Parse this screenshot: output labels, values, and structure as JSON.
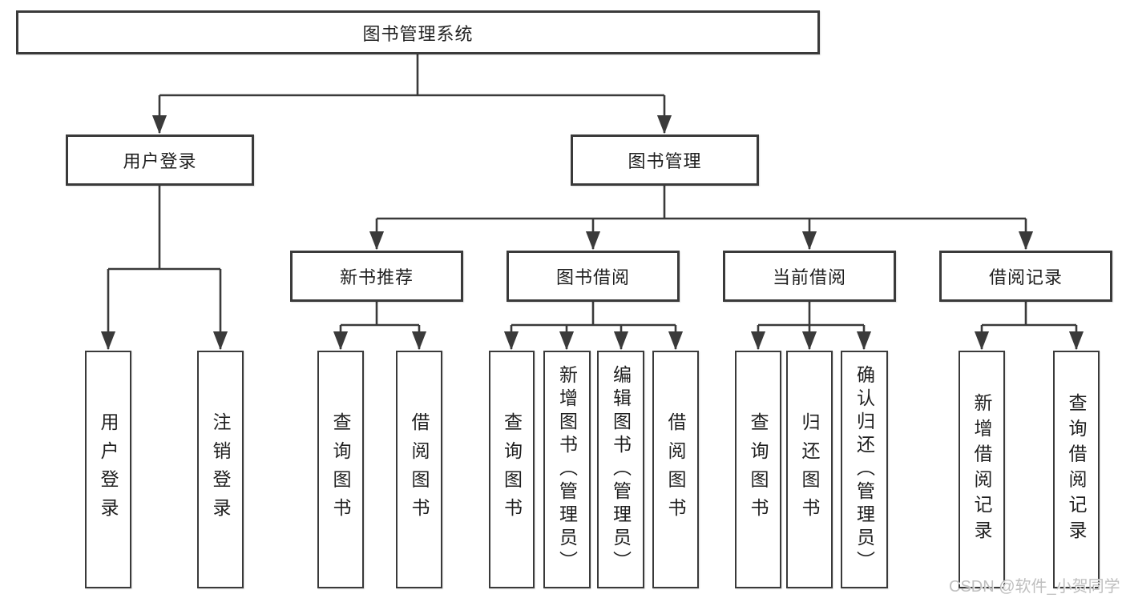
{
  "diagram": {
    "root": {
      "label": "图书管理系统"
    },
    "user_login": {
      "label": "用户登录",
      "children": [
        {
          "label": "用户登录"
        },
        {
          "label": "注销登录"
        }
      ]
    },
    "book_mgmt": {
      "label": "图书管理",
      "sections": [
        {
          "label": "新书推荐",
          "children": [
            {
              "label": "查询图书"
            },
            {
              "label": "借阅图书"
            }
          ]
        },
        {
          "label": "图书借阅",
          "children": [
            {
              "label": "查询图书"
            },
            {
              "label": "新增图书（管理员）"
            },
            {
              "label": "编辑图书（管理员）"
            },
            {
              "label": "借阅图书"
            }
          ]
        },
        {
          "label": "当前借阅",
          "children": [
            {
              "label": "查询图书"
            },
            {
              "label": "归还图书"
            },
            {
              "label": "确认归还（管理员）"
            }
          ]
        },
        {
          "label": "借阅记录",
          "children": [
            {
              "label": "新增借阅记录"
            },
            {
              "label": "查询借阅记录"
            }
          ]
        }
      ]
    }
  },
  "watermark": {
    "text": "CSDN @软件_小贺同学"
  },
  "colors": {
    "background": "#ffffff",
    "line": "#3a3a3a",
    "box_border": "#3a3a3a",
    "box_fill": "#ffffff",
    "text": "#1f1f1f",
    "watermark": "#bfbfbf"
  }
}
